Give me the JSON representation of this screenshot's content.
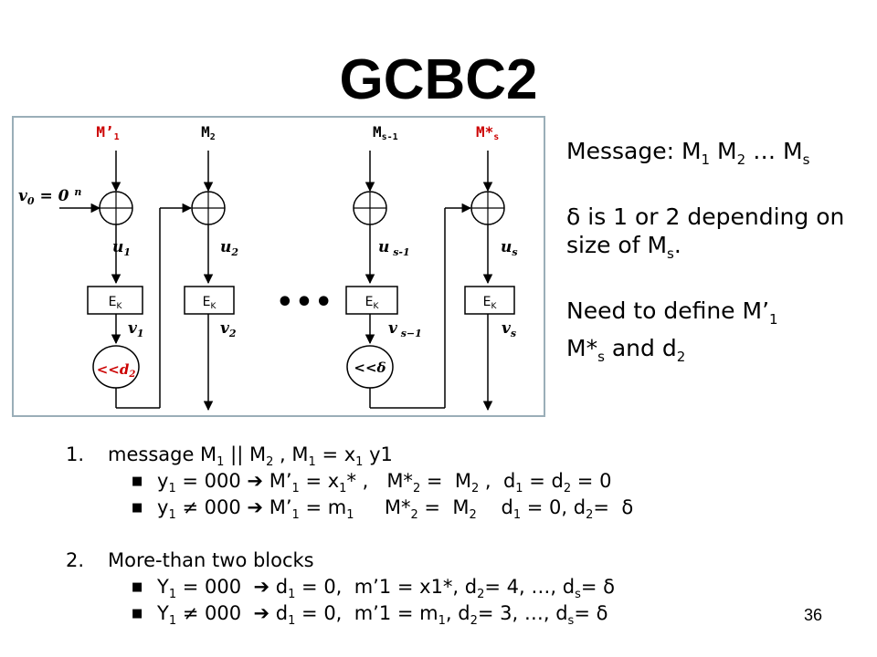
{
  "title": "GCBC2",
  "colors": {
    "frame_border": "#9aaeb8",
    "highlight": "#cc0000",
    "text": "#000000"
  },
  "diagram": {
    "iv_label": "v0 = 0 n",
    "blocks": [
      {
        "msg": "M’1",
        "u": "u1",
        "ek": "EK",
        "v": "v1",
        "shift": "<<d2",
        "highlight": true
      },
      {
        "msg": "M2",
        "u": "u2",
        "ek": "EK",
        "v": "v2",
        "shift": "",
        "highlight": false
      },
      {
        "msg": "Ms-1",
        "u": "us-1",
        "ek": "EK",
        "v": "vs−1",
        "shift": "<<δ",
        "highlight": false
      },
      {
        "msg": "M*s",
        "u": "us",
        "ek": "EK",
        "v": "vs",
        "shift": "",
        "highlight": true
      }
    ],
    "ellipsis": "•••"
  },
  "notes": {
    "message": "Message: M1 M2 … Ms",
    "delta": "δ is 1 or 2 depending on size of Ms.",
    "need": "Need to define M’1 M*s and d2"
  },
  "list": [
    {
      "num": "1.",
      "text": "message M1 || M2 , M1 = x1 y1",
      "bullets": [
        "y1 = 000 ➔ M’1 = x1* , M*2 = M2 , d1 = d2 = 0",
        "y1 ≠ 000 ➔ M’1 = m1 M*2 = M2 d1 = 0, d2= δ"
      ]
    },
    {
      "num": "2.",
      "text": "More-than two blocks",
      "bullets": [
        "Y1 = 000 ➔ d1 = 0, m’1 = x1*, d2= 4, …, ds= δ",
        "Y1 ≠ 000 ➔ d1 = 0, m’1 = m1, d2= 3, …, ds= δ"
      ]
    }
  ],
  "page_number": "36"
}
